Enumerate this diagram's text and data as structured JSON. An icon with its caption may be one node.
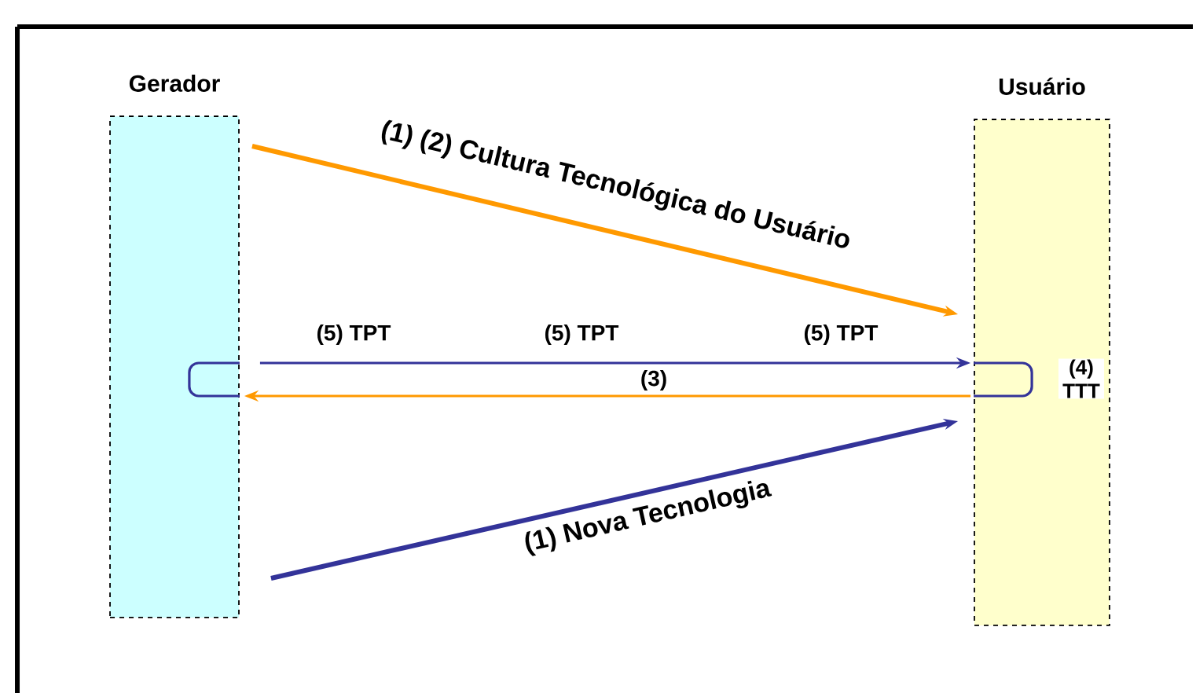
{
  "diagram": {
    "nodes": [
      {
        "text": [
          "Gerador"
        ]
      },
      {
        "text": [
          "Usuário"
        ]
      }
    ],
    "edges": [
      {
        "from": 0,
        "to": 1,
        "arrow": "to",
        "label": "(1) (2) Cultura Tecnológica do Usuário",
        "color": "#ff9900"
      },
      {
        "from": 0,
        "to": 1,
        "arrow": "to",
        "label": "(5) TPT",
        "color": "#333399"
      },
      {
        "from": 1,
        "to": 0,
        "arrow": "to",
        "label": "(3)",
        "color": "#ff9900"
      },
      {
        "from": 0,
        "to": 1,
        "arrow": "to",
        "label": "(1) Nova Tecnologia",
        "color": "#333399"
      },
      {
        "from": 0,
        "to": 0,
        "arrow": "none",
        "color": "#333399"
      },
      {
        "from": 1,
        "to": 1,
        "arrow": "none",
        "label": "(4) TTT",
        "color": "#333399"
      }
    ],
    "labels": [
      "(5) TPT",
      "(5) TPT"
    ]
  }
}
